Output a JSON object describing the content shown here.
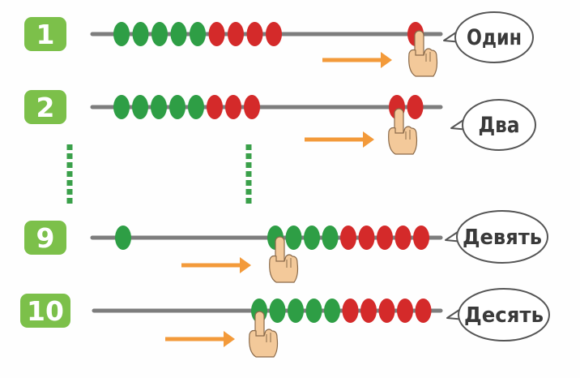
{
  "colors": {
    "badge": "#7cc04a",
    "rod": "#7d7d7d",
    "bead_green": "#2e9e45",
    "bead_red": "#d42a2a",
    "arrow": "#f39a3a",
    "dots": "#3aa04a",
    "hand": "#f3c99a",
    "bubble_stroke": "#555555"
  },
  "icons": [
    "pointing-hand-icon",
    "orange-right-arrow-icon",
    "speech-bubble-icon"
  ],
  "rows": [
    {
      "number": "1",
      "word": "Один",
      "beads_left": [
        "green",
        "green",
        "green",
        "green",
        "green",
        "red",
        "red",
        "red",
        "red"
      ],
      "beads_moved": [
        "red"
      ]
    },
    {
      "number": "2",
      "word": "Два",
      "beads_left": [
        "green",
        "green",
        "green",
        "green",
        "green",
        "red",
        "red",
        "red"
      ],
      "beads_moved": [
        "red",
        "red"
      ]
    },
    {
      "number": "9",
      "word": "Девять",
      "beads_left": [
        "green"
      ],
      "beads_moved": [
        "green",
        "green",
        "green",
        "green",
        "red",
        "red",
        "red",
        "red",
        "red"
      ]
    },
    {
      "number": "10",
      "word": "Десять",
      "beads_left": [],
      "beads_moved": [
        "green",
        "green",
        "green",
        "green",
        "green",
        "red",
        "red",
        "red",
        "red",
        "red"
      ]
    }
  ]
}
